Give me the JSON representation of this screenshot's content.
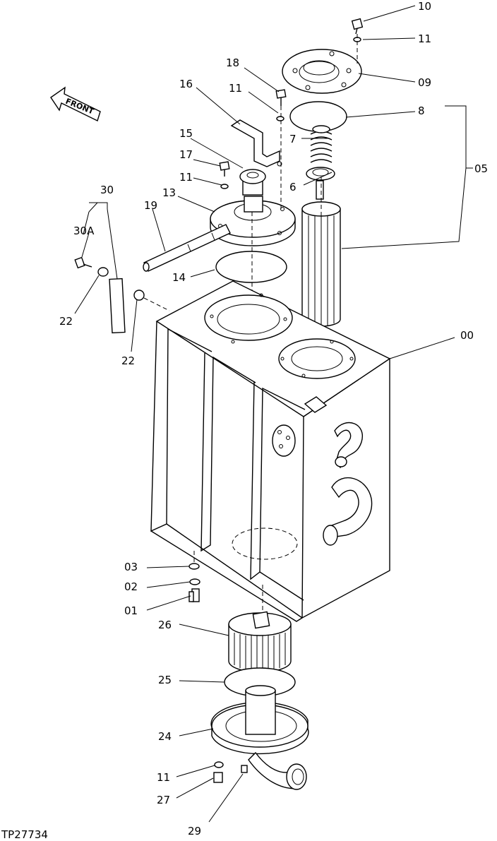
{
  "diagram": {
    "figure_id": "TP27734",
    "front_label": "FRONT",
    "callouts": {
      "c10": "10",
      "c11a": "11",
      "c09": "09",
      "c8": "8",
      "c7": "7",
      "c05": "05",
      "c6": "6",
      "c18": "18",
      "c11b": "11",
      "c16": "16",
      "c15": "15",
      "c17": "17",
      "c11c": "11",
      "c13": "13",
      "c19": "19",
      "c30": "30",
      "c30a": "30A",
      "c14": "14",
      "c22a": "22",
      "c22b": "22",
      "c00": "00",
      "c03": "03",
      "c02": "02",
      "c01": "01",
      "c26": "26",
      "c25": "25",
      "c24": "24",
      "c11d": "11",
      "c27": "27",
      "c29": "29"
    }
  }
}
